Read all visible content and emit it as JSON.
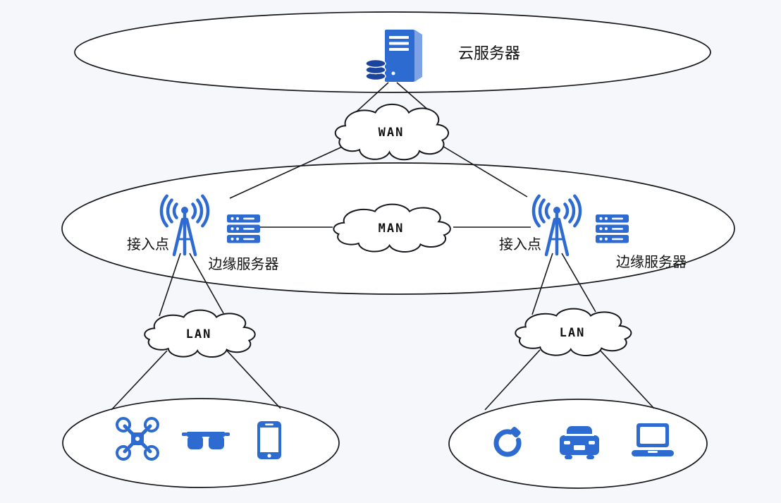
{
  "colors": {
    "background": "#f6f7fa",
    "icon_blue": "#2e6bd0",
    "icon_blue_dark": "#1c449c",
    "icon_blue_light": "#7da3e6",
    "outline": "#15181d",
    "text": "#111111"
  },
  "cloud_tier": {
    "server_icon": "cloud-server-with-database",
    "server_label": "云服务器",
    "wan_label": "WAN"
  },
  "edge_tier": {
    "man_label": "MAN",
    "left": {
      "access_point_icon": "radio-tower",
      "access_point_label": "接入点",
      "edge_server_icon": "server-rack",
      "edge_server_label": "边缘服务器"
    },
    "right": {
      "access_point_icon": "radio-tower",
      "access_point_label": "接入点",
      "edge_server_icon": "server-rack",
      "edge_server_label": "边缘服务器"
    }
  },
  "lan_tier": {
    "left_label": "LAN",
    "right_label": "LAN"
  },
  "device_tier": {
    "left_icons": [
      "drone",
      "ar-glasses",
      "smartphone"
    ],
    "right_icons": [
      "smart-band",
      "car",
      "laptop"
    ]
  }
}
